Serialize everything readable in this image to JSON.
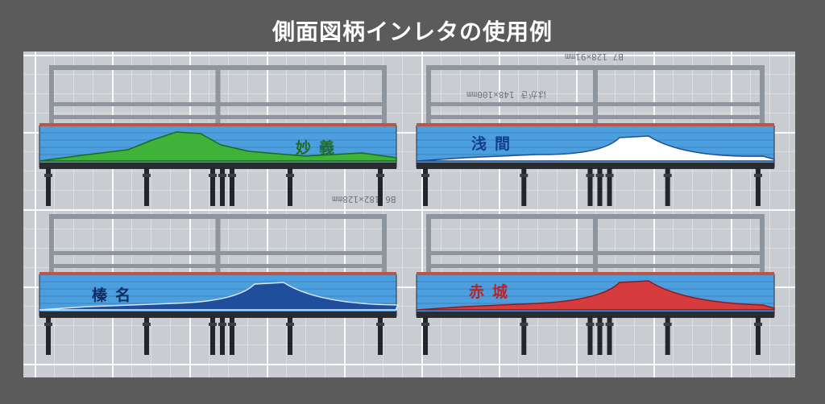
{
  "title": "側面図柄インレタの使用例",
  "mat_labels": [
    "B7 128×91mm",
    "はがき 148×100mm",
    "B6 182×128mm"
  ],
  "wagons": [
    {
      "name": "妙義",
      "sky": "#4c9fdf",
      "mountain": "#3fb23a",
      "mountain_outline": "#1c6a1f",
      "label_color": "#1e6b2a"
    },
    {
      "name": "浅間",
      "sky": "#4c9fdf",
      "mountain": "#ffffff",
      "mountain_outline": "#1f4f8f",
      "label_color": "#123f86"
    },
    {
      "name": "榛名",
      "sky": "#4c9fdf",
      "mountain": "#1f4f9c",
      "mountain_outline": "#d8e6f5",
      "label_color": "#0f2e66"
    },
    {
      "name": "赤城",
      "sky": "#4c9fdf",
      "mountain": "#d63b3e",
      "mountain_outline": "#8a1d20",
      "label_color": "#b3252a"
    }
  ]
}
